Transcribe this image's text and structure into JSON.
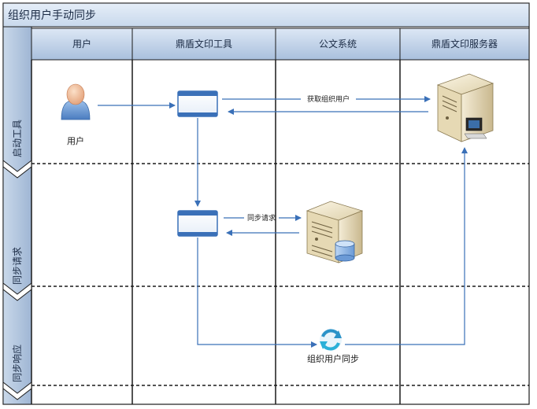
{
  "title": "组织用户手动同步",
  "lanes": [
    {
      "id": "user",
      "label": "用户"
    },
    {
      "id": "tool",
      "label": "鼎盾文印工具"
    },
    {
      "id": "doc",
      "label": "公文系统"
    },
    {
      "id": "server",
      "label": "鼎盾文印服务器"
    }
  ],
  "phases": [
    {
      "id": "start",
      "label": "启动工具"
    },
    {
      "id": "request",
      "label": "同步请求"
    },
    {
      "id": "response",
      "label": "同步响应"
    }
  ],
  "nodes": {
    "user_label": "用户",
    "sync_label": "组织用户同步"
  },
  "edges": {
    "fetch_users": "获取组织用户",
    "sync_request": "同步请求"
  },
  "colors": {
    "title_bg": "#d6e2f0",
    "header_bg": "#bcd0e8",
    "phase_bg": "#b4c8e0",
    "arrow": "#3a70b8",
    "line": "#1a1a1a"
  }
}
